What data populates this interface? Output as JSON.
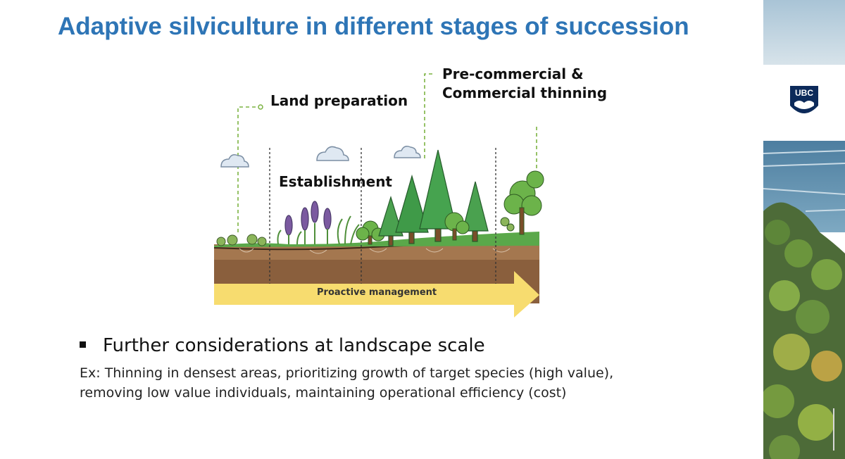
{
  "slide": {
    "title": "Adaptive silviculture in different stages of succession",
    "figure": {
      "label_land_prep": "Land preparation",
      "label_establishment": "Establishment",
      "label_thinning_line1": "Pre-commercial &",
      "label_thinning_line2": "Commercial thinning",
      "arrow_label": "Proactive management"
    },
    "bullet": "Further considerations at landscape scale",
    "example_line1": "Ex: Thinning in densest areas, prioritizing growth of target species (high value),",
    "example_line2": "removing low value individuals, maintaining operational efficiency (cost)"
  },
  "sidebar": {
    "logo_text": "UBC"
  },
  "colors": {
    "title": "#2e75b6",
    "arrow": "#f7dc6f",
    "soil": "#8a5f3d",
    "grass": "#5aa84a",
    "tree": "#3f9a48"
  }
}
